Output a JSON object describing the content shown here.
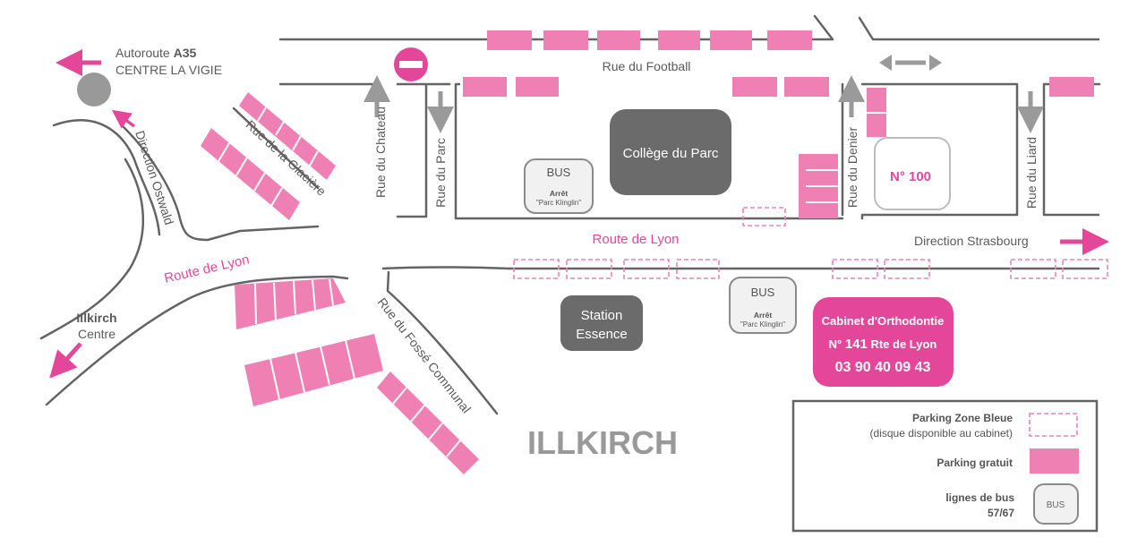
{
  "colors": {
    "accent": "#e4479a",
    "parking_free": "#ee80b3",
    "road": "#646464",
    "building": "#6b6b6b",
    "roundabout": "#999999",
    "arrow_grey": "#9a9a9a"
  },
  "destinations": {
    "a35_prefix": "Autoroute ",
    "a35_bold": "A35",
    "centre_vigie": "CENTRE LA VIGIE",
    "illkirch_bold": "Illkirch",
    "illkirch_centre": "Centre",
    "direction_strasbourg": "Direction Strasbourg"
  },
  "streets": {
    "rue_football": "Rue du Football",
    "rue_glaciere": "Rue de la Glacière",
    "rue_chateau": "Rue du Chateau",
    "rue_parc": "Rue du Parc",
    "rue_denier": "Rue du Denier",
    "rue_liard": "Rue du Liard",
    "direction_ostwald": "Direction Ostwald",
    "route_lyon_1": "Route de Lyon",
    "route_lyon_2": "Route de Lyon",
    "rue_fosse": "Rue du Fossé Communal"
  },
  "places": {
    "college": "Collège du Parc",
    "no100": "N° 100",
    "station_1": "Station",
    "station_2": "Essence",
    "town": "ILLKIRCH"
  },
  "bus_stops": {
    "bus": "BUS",
    "arret": "Arrêt",
    "stop_name": "\"Parc Klinglin\""
  },
  "cabinet": {
    "name": "Cabinet d'Orthodontie",
    "address_prefix": "N° ",
    "address_number": "141",
    "address_rest": " Rte de Lyon",
    "phone": "03 90 40 09 43"
  },
  "legend": {
    "zone_bleue": "Parking Zone Bleue",
    "zone_bleue_note": "(disque disponible au cabinet)",
    "gratuit": "Parking gratuit",
    "bus_lines_1": "lignes de bus",
    "bus_lines_2": "57/67",
    "bus_icon": "BUS"
  },
  "icons": {
    "no_entry": "no-entry-sign",
    "arrows": "direction-arrows",
    "two_way": "two-way-arrow"
  }
}
